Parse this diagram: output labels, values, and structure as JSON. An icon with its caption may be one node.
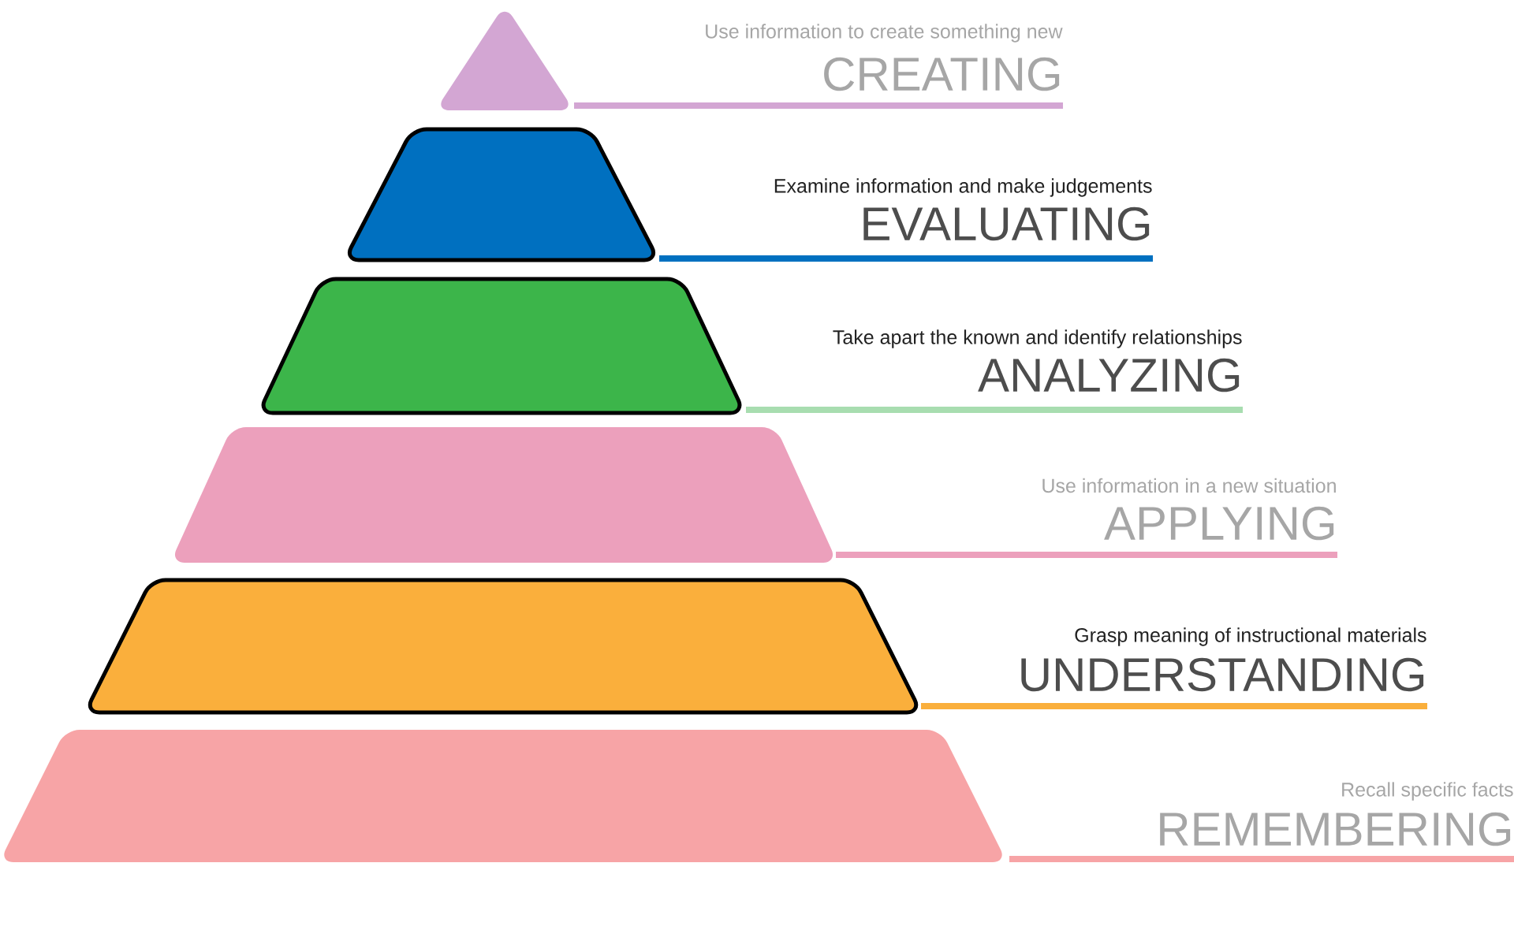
{
  "diagram": {
    "nodes": [
      {
        "text": [],
        "shape": "triangle",
        "beside": [
          "Use information to create something new",
          "CREATING"
        ]
      },
      {
        "text": [],
        "shape": "trapezoid",
        "beside": [
          "Examine information and make judgements",
          "EVALUATING"
        ]
      },
      {
        "text": [],
        "shape": "trapezoid",
        "beside": [
          "Take apart the known and identify relationships",
          "ANALYZING"
        ]
      },
      {
        "text": [],
        "shape": "trapezoid",
        "beside": [
          "Use information in a new situation",
          "APPLYING"
        ]
      },
      {
        "text": [],
        "shape": "trapezoid",
        "beside": [
          "Grasp meaning of instructional materials",
          "UNDERSTANDING"
        ]
      },
      {
        "text": [],
        "shape": "trapezoid",
        "beside": [
          "Recall specific facts",
          "REMEMBERING"
        ]
      }
    ]
  }
}
